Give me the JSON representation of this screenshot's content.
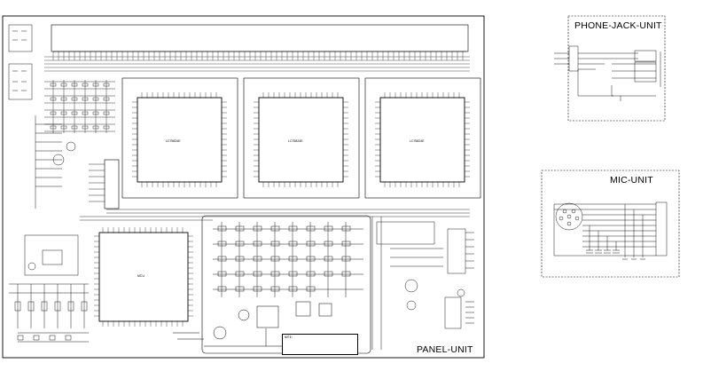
{
  "units": {
    "panel": {
      "title": "PANEL-UNIT"
    },
    "phone_jack": {
      "title": "PHONE-JACK-UNIT"
    },
    "mic": {
      "title": "MIC-UNIT"
    }
  },
  "ic_chips": [
    {
      "id": "IC-A",
      "part": "LC75824E"
    },
    {
      "id": "IC-B",
      "part": "LC75824E"
    },
    {
      "id": "IC-C",
      "part": "LC75824E"
    },
    {
      "id": "IC-MCU",
      "part": "MCU"
    }
  ],
  "note": {
    "label": "NOTE:"
  },
  "colors": {
    "line": "#000000",
    "background": "#ffffff"
  }
}
